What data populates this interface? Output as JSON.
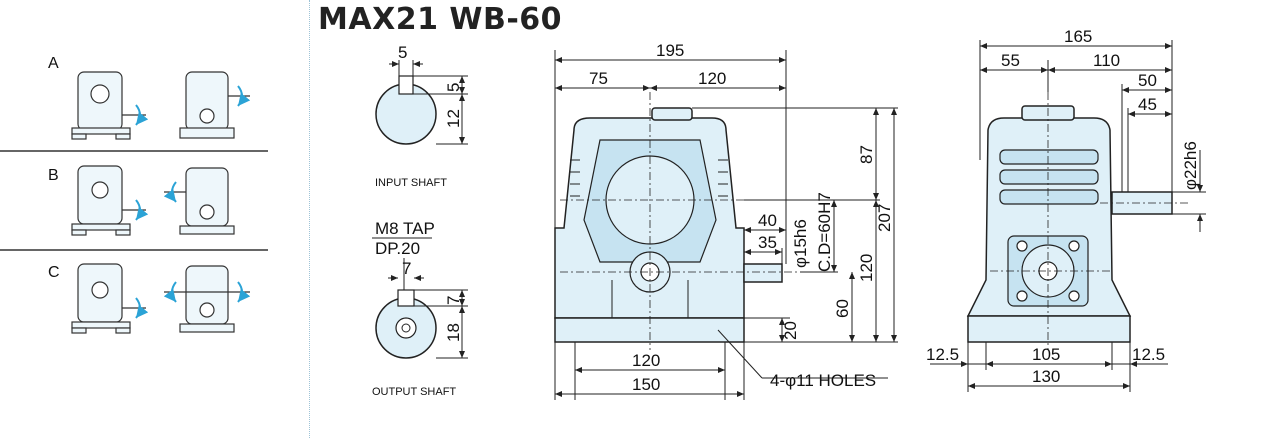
{
  "title": "MAX21 WB-60",
  "mounting_options": [
    {
      "label": "A"
    },
    {
      "label": "B"
    },
    {
      "label": "C"
    }
  ],
  "input_shaft": {
    "caption": "INPUT SHAFT",
    "key_width": "5",
    "key_depth": "5",
    "shaft_height": "12"
  },
  "output_shaft": {
    "caption": "OUTPUT SHAFT",
    "tap_line1": "M8 TAP",
    "tap_line2": "DP.20",
    "key_width": "7",
    "key_depth": "7",
    "shaft_height": "18"
  },
  "front_view": {
    "overall_width": "195",
    "left_to_center": "75",
    "center_to_right": "120",
    "shaft_length": "40",
    "key_length": "35",
    "shaft_diameter": "φ15h6",
    "center_distance": "C.D=60H7",
    "upper_height": "87",
    "total_height": "207",
    "mid_height": "120",
    "lower_height": "60",
    "base_thickness": "20",
    "base_inner": "120",
    "base_outer": "150",
    "holes": "4-φ11 HOLES"
  },
  "side_view": {
    "overall_width": "165",
    "left_part": "55",
    "right_part": "110",
    "shaft_length": "50",
    "key_length": "45",
    "shaft_diameter": "φ22h6",
    "base_margin_left": "12.5",
    "base_inner": "105",
    "base_margin_right": "12.5",
    "base_total": "130"
  },
  "colors": {
    "body_fill": "#dff0f8",
    "line": "#222222",
    "arrow": "#2ba3d6",
    "divider": "#9ec3d6"
  }
}
